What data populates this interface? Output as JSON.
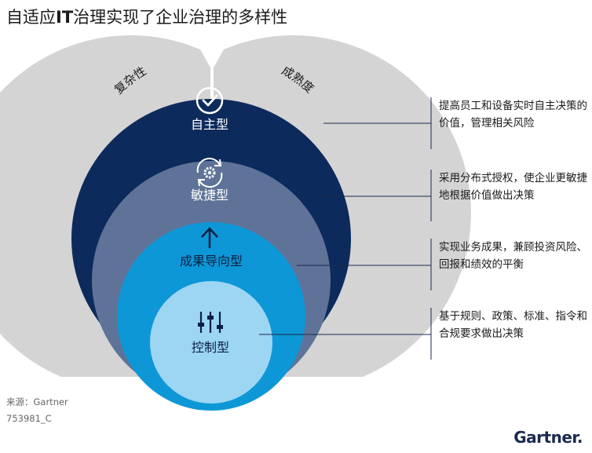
{
  "title": {
    "prefix": "自适应",
    "bold": "IT",
    "suffix": "治理实现了企业治理的多样性"
  },
  "arc_labels": {
    "left": "复杂性",
    "right": "成熟度"
  },
  "levels": [
    {
      "key": "autonomous",
      "name": "自主型",
      "icon": "check-circle-icon",
      "color": "#0c2a5c",
      "description": "提高员工和设备实时自主决策的价值，管理相关风险"
    },
    {
      "key": "agile",
      "name": "敏捷型",
      "icon": "gear-refresh-icon",
      "color": "#5f7398",
      "description": "采用分布式授权，使企业更敏捷地根据价值做出决策"
    },
    {
      "key": "outcome",
      "name": "成果导向型",
      "icon": "arrow-up-icon",
      "color": "#0e97d6",
      "description": "实现业务成果，兼顾投资风险、回报和绩效的平衡"
    },
    {
      "key": "control",
      "name": "控制型",
      "icon": "sliders-icon",
      "color": "#9dd6f3",
      "description": "基于规则、政策、标准、指令和合规要求做出决策"
    }
  ],
  "colors": {
    "outer_ring": "#d4d4d4",
    "connector": "#1b2a4e"
  },
  "source": {
    "label": "来源：Gartner",
    "code": "753981_C"
  },
  "brand": "Gartner."
}
